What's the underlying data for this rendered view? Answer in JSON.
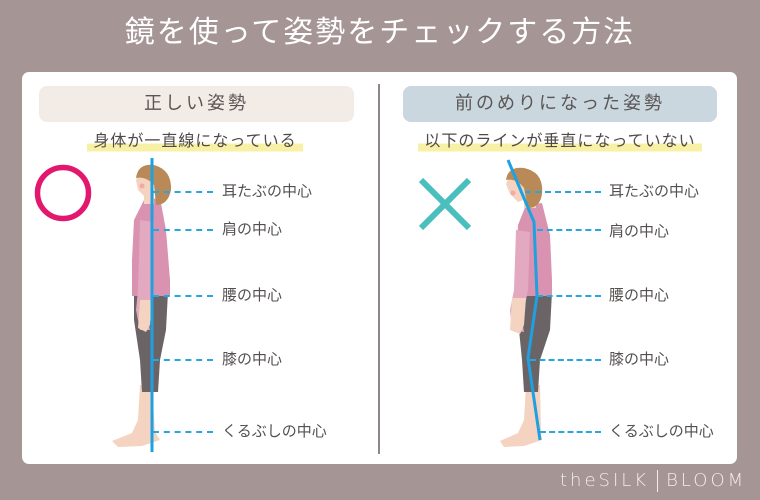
{
  "title": "鏡を使って姿勢をチェックする方法",
  "colors": {
    "background": "#a69595",
    "card": "#ffffff",
    "good_pill": "#f3ebe6",
    "bad_pill": "#cad7de",
    "highlight": "#f8f0a4",
    "circle_mark": "#e2186f",
    "cross_mark": "#4bbfbd",
    "guide_line": "#1fa0e0",
    "shirt": "#d993b0",
    "pants": "#6b6466",
    "hair": "#b98a58",
    "skin": "#f4d3c0"
  },
  "panels": {
    "good": {
      "heading": "正しい姿勢",
      "subtitle": "身体が一直線になっている",
      "mark": "circle-icon",
      "labels": [
        "耳たぶの中心",
        "肩の中心",
        "腰の中心",
        "膝の中心",
        "くるぶしの中心"
      ]
    },
    "bad": {
      "heading": "前のめりになった姿勢",
      "subtitle": "以下のラインが垂直になっていない",
      "mark": "cross-icon",
      "labels": [
        "耳たぶの中心",
        "肩の中心",
        "腰の中心",
        "膝の中心",
        "くるぶしの中心"
      ]
    }
  },
  "brand": {
    "left": "theSILK",
    "right": "BLOOM"
  }
}
